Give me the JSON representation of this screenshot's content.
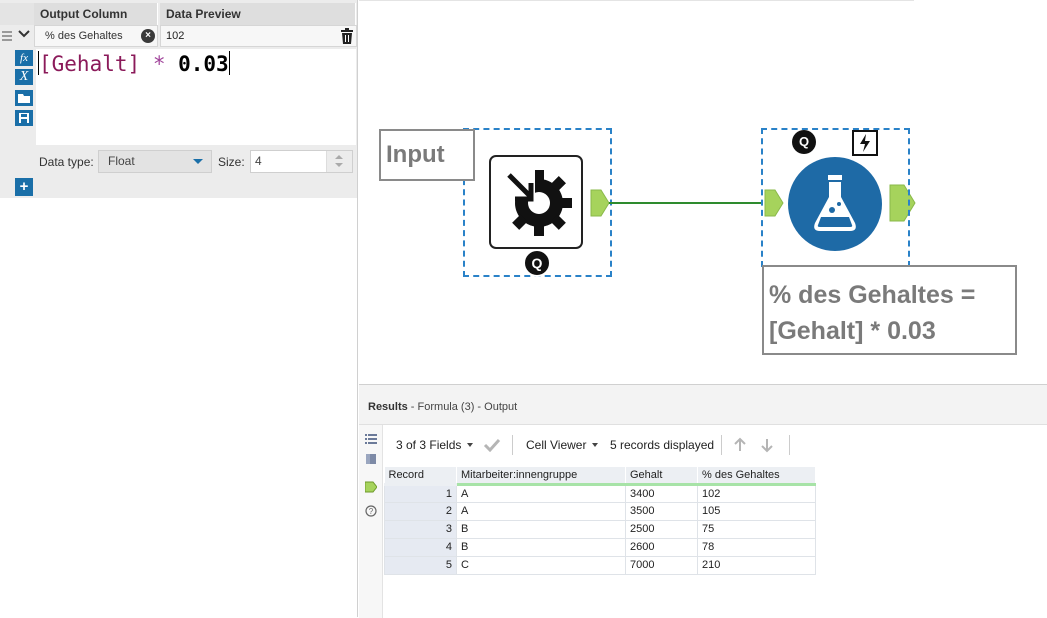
{
  "formula_config": {
    "header_output_column": "Output Column",
    "header_data_preview": "Data Preview",
    "output_name": "% des Gehaltes",
    "preview_value": "102",
    "expression": {
      "field": "[Gehalt]",
      "operator": "*",
      "number": "0.03"
    },
    "data_type_label": "Data type:",
    "data_type_value": "Float",
    "size_label": "Size:",
    "size_value": "4",
    "tool_icons": [
      "fx-icon",
      "variable-x-icon",
      "folder-icon",
      "save-icon"
    ],
    "add_label": "+"
  },
  "canvas": {
    "input_label": "Input",
    "input_badge": "Q",
    "formula_badge": "Q",
    "formula_label_line1": "% des Gehaltes =",
    "formula_label_line2": "[Gehalt] * 0.03",
    "connection_color": "#2e8b2e"
  },
  "results": {
    "title_bold": "Results",
    "title_rest": " - Formula (3) - Output",
    "fields_label": "3 of 3 Fields",
    "viewer_label": "Cell Viewer",
    "records_label": "5 records displayed",
    "columns": [
      "Record",
      "Mitarbeiter:innengruppe",
      "Gehalt",
      "% des Gehaltes"
    ],
    "rows": [
      [
        "1",
        "A",
        "3400",
        "102"
      ],
      [
        "2",
        "A",
        "3500",
        "105"
      ],
      [
        "3",
        "B",
        "2500",
        "75"
      ],
      [
        "4",
        "B",
        "2600",
        "78"
      ],
      [
        "5",
        "C",
        "7000",
        "210"
      ]
    ]
  },
  "colors": {
    "accent_blue": "#1a6fa8",
    "anchor_green": "#a6d35c",
    "dashed_selection": "#2a82c8"
  }
}
